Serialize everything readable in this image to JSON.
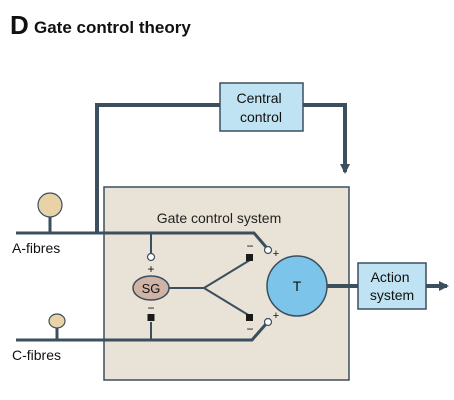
{
  "figure": {
    "panel_letter": "D",
    "title": "Gate control theory"
  },
  "diagram": {
    "central_control": "Central\ncontrol",
    "gate_system_label": "Gate control system",
    "sg_label": "SG",
    "t_label": "T",
    "action_system": "Action\nsystem",
    "a_fibres": "A-fibres",
    "c_fibres": "C-fibres",
    "plus_sign": "+",
    "minus_sign": "−"
  },
  "colors": {
    "line": "#3b4f5e",
    "gate_box_fill": "#e9e2d6",
    "blue_box_fill": "#bfe3f2",
    "t_fill": "#7cc4ea",
    "sg_fill": "#cfb3a5",
    "bulb_fill": "#e9d3a6",
    "black_terminal": "#1a1a1a"
  }
}
